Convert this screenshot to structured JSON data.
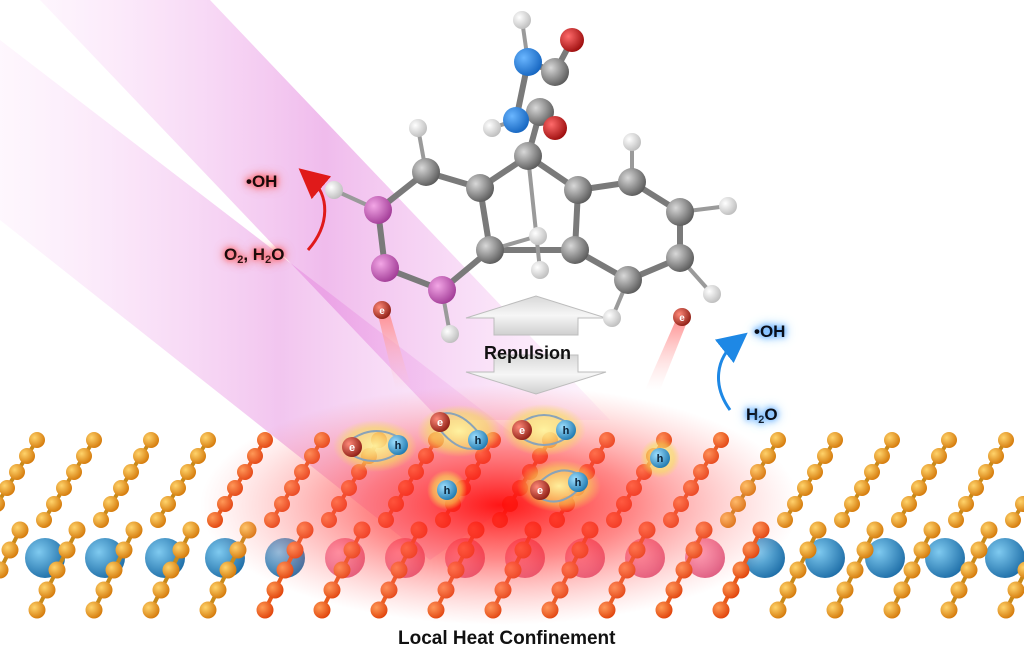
{
  "labels": {
    "oh_left": "•OH",
    "o2_h2o_o": "O",
    "o2_h2o_sub1": "2",
    "o2_h2o_mid": ", H",
    "o2_h2o_sub2": "2",
    "o2_h2o_end": "O",
    "oh_right": "•OH",
    "h2o_h": "H",
    "h2o_sub": "2",
    "h2o_o": "O",
    "repulsion": "Repulsion",
    "caption": "Local Heat Confinement"
  },
  "particles": {
    "electron": "e",
    "hole": "h"
  },
  "colors": {
    "light_beam": "#e070d8",
    "heat_glow": "#ff2020",
    "orange_layer": "#f7a21a",
    "hot_layer": "#ff6a1a",
    "blue_atom": "#2f8fd0",
    "electron": "#c0392b",
    "hole": "#4aa3d8",
    "red_arrow": "#e01a1a",
    "blue_arrow": "#1e88e5"
  }
}
